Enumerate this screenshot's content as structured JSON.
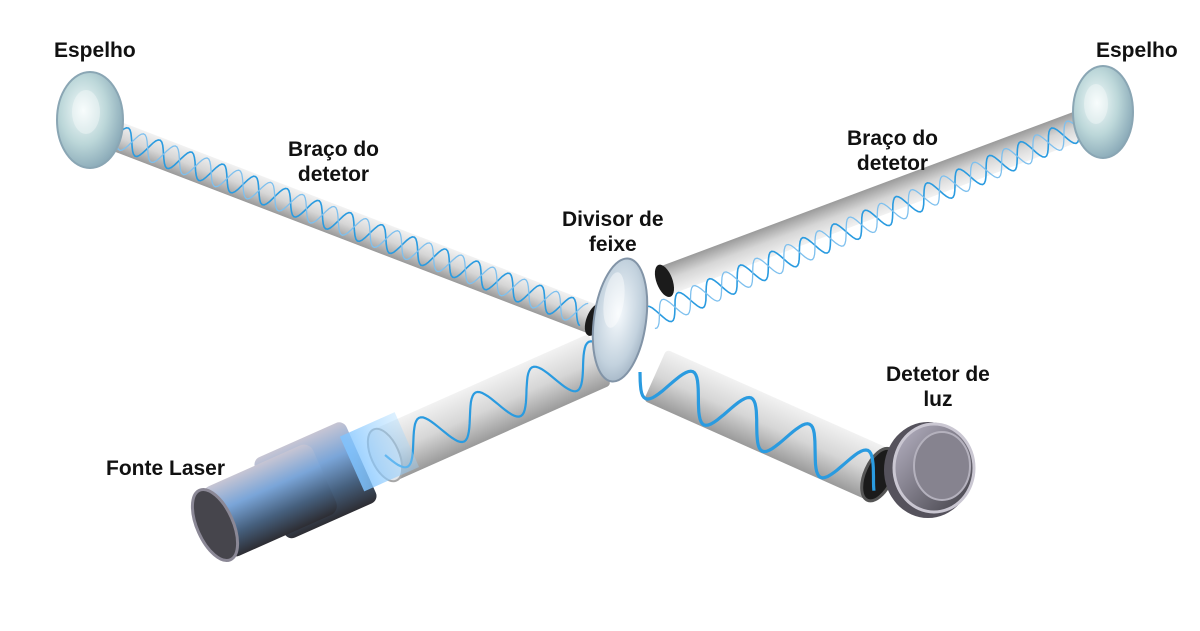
{
  "diagram": {
    "title": "Interferômetro de Michelson",
    "labels": {
      "mirror_left": "Espelho",
      "mirror_right": "Espelho",
      "arm_left": [
        "Braço do",
        "detetor"
      ],
      "arm_right": [
        "Braço do",
        "detetor"
      ],
      "beam_splitter": [
        "Divisor de",
        "feixe"
      ],
      "light_detector": [
        "Detetor de",
        "luz"
      ],
      "laser_source": "Fonte Laser"
    },
    "colors": {
      "wave": "#2a9be0",
      "tube": "#d9d9d9",
      "tube_dark": "#9c9c9c",
      "label_text": "#111111"
    },
    "components": [
      "laser-source",
      "input-tube",
      "beam-splitter",
      "left-arm",
      "right-arm",
      "left-mirror",
      "right-mirror",
      "output-tube",
      "light-detector"
    ]
  }
}
